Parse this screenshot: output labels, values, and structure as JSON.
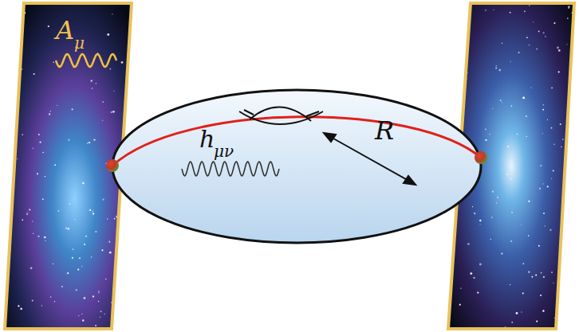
{
  "diagram": {
    "labels": [
      "A",
      "μ",
      "h",
      "μν",
      "R"
    ]
  }
}
